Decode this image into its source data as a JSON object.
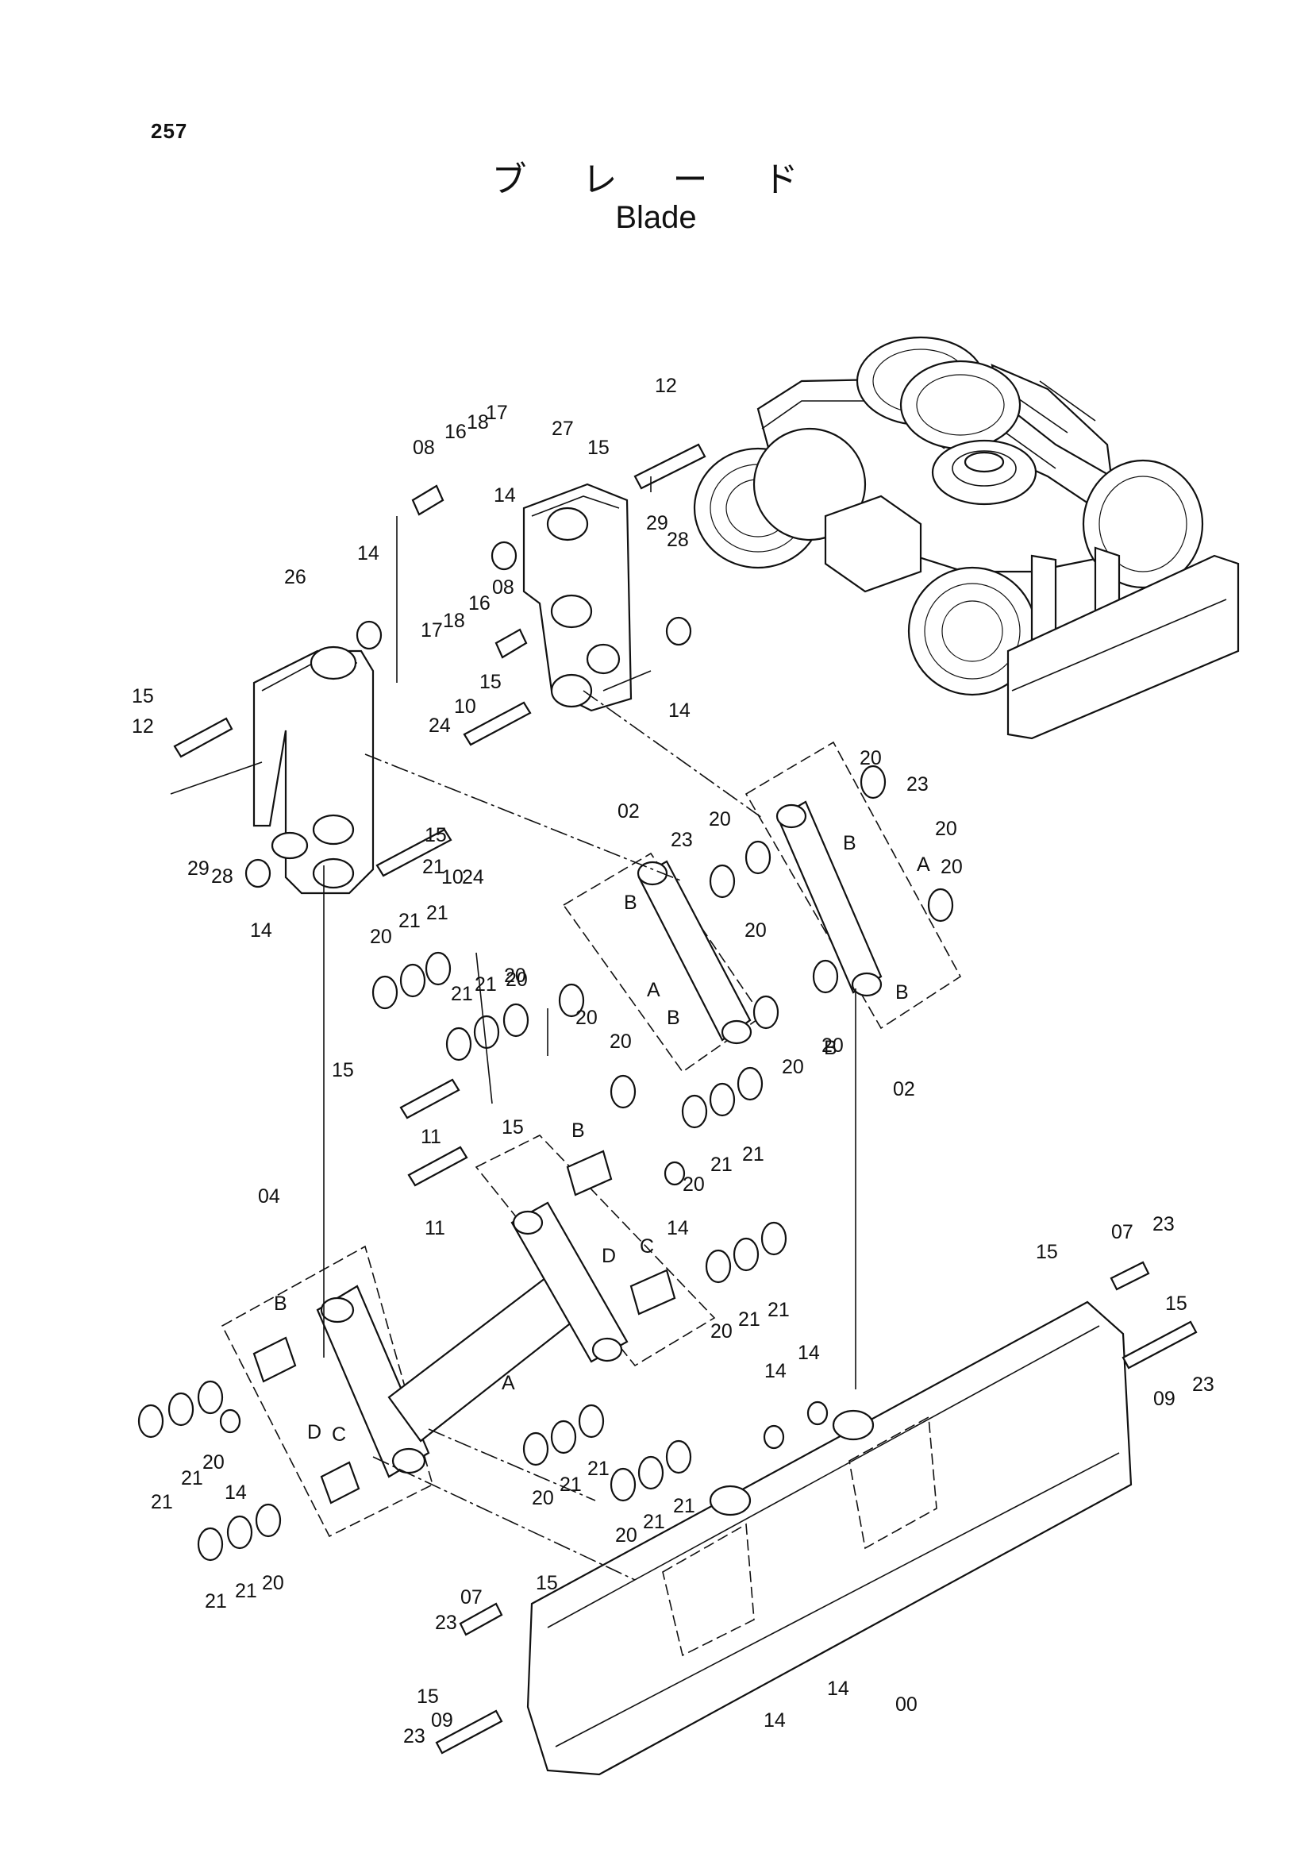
{
  "page": {
    "number": "257"
  },
  "title": {
    "japanese": "ブ レ ー ド",
    "english": "Blade"
  },
  "callouts": {
    "c01": "12",
    "c02": "15",
    "c03": "08",
    "c04": "16",
    "c05": "18",
    "c06": "17",
    "c07": "27",
    "c08": "14",
    "c09": "29",
    "c10": "28",
    "c11": "26",
    "c12": "14",
    "c13": "08",
    "c14": "16",
    "c15": "17",
    "c16": "18",
    "c17": "15",
    "c18": "15",
    "c19": "12",
    "c20": "24",
    "c21": "10",
    "c22": "14",
    "c23": "20",
    "c24": "23",
    "c25": "20",
    "c26": "02",
    "c27": "23",
    "c28": "20",
    "c29": "B",
    "c30": "29",
    "c31": "28",
    "c32": "15",
    "c33": "14",
    "c34": "21",
    "c35": "10",
    "c36": "24",
    "c37": "A",
    "c38": "20",
    "c39": "B",
    "c40": "20",
    "c41": "B",
    "c42": "20",
    "c43": "21",
    "c44": "21",
    "c45": "20",
    "c46": "B",
    "c47": "20",
    "c48": "A",
    "c49": "20",
    "c50": "20",
    "c51": "B",
    "c52": "20",
    "c53": "02",
    "c54": "15",
    "c55": "21",
    "c56": "21",
    "c57": "20",
    "c58": "11",
    "c59": "15",
    "c60": "B",
    "c61": "20",
    "c62": "21",
    "c63": "21",
    "c64": "11",
    "c65": "14",
    "c66": "04",
    "c67": "D",
    "c68": "C",
    "c69": "B",
    "c70": "20",
    "c71": "21",
    "c72": "21",
    "c73": "15",
    "c74": "07",
    "c75": "23",
    "c76": "15",
    "c77": "A",
    "c78": "21",
    "c79": "21",
    "c80": "20",
    "c81": "14",
    "c82": "D",
    "c83": "C",
    "c84": "14",
    "c85": "14",
    "c86": "09",
    "c87": "23",
    "c88": "20",
    "c89": "21",
    "c90": "21",
    "c91": "20",
    "c92": "21",
    "c93": "21",
    "c94": "21",
    "c95": "21",
    "c96": "20",
    "c97": "15",
    "c98": "07",
    "c99": "23",
    "c100": "14",
    "c101": "14",
    "c102": "00",
    "c103": "15",
    "c104": "23",
    "c105": "09"
  }
}
